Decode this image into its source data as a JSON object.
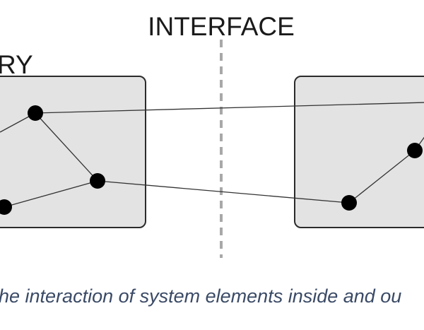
{
  "labels": {
    "interface": "INTERFACE",
    "left_fragment": "RY"
  },
  "caption": "he interaction of system elements inside and ou",
  "colors": {
    "box_fill": "#e3e3e3",
    "box_stroke": "#2b2b2b",
    "divider": "#a8a8a8",
    "node": "#000000",
    "edge": "#333333",
    "caption": "#3a4a66"
  }
}
